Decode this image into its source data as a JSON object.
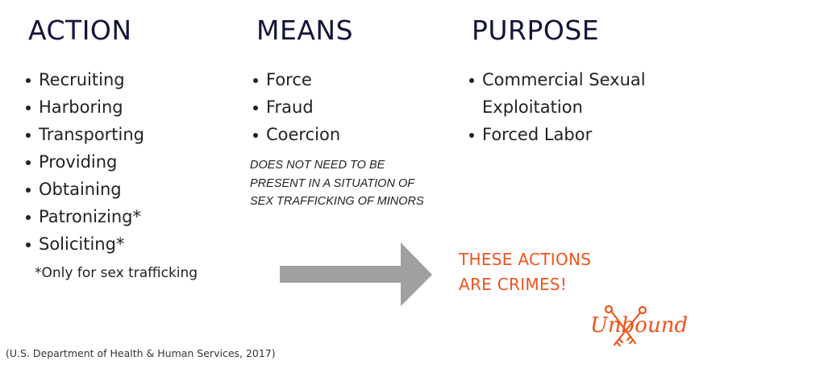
{
  "columns": [
    {
      "heading": "ACTION",
      "items": [
        "Recruiting",
        "Harboring",
        "Transporting",
        "Providing",
        "Obtaining",
        "Patronizing*",
        "Soliciting*"
      ],
      "footnote": "*Only for sex trafficking"
    },
    {
      "heading": "MEANS",
      "items": [
        "Force",
        "Fraud",
        "Coercion"
      ],
      "note": "DOES NOT NEED TO BE PRESENT IN A SITUATION OF SEX TRAFFICKING OF MINORS"
    },
    {
      "heading": "PURPOSE",
      "items": [
        {
          "line1": "Commercial Sexual",
          "line2": "Exploitation"
        },
        {
          "line1": "Forced Labor"
        }
      ]
    }
  ],
  "conclusion": {
    "line1": "THESE ACTIONS",
    "line2": "ARE CRIMES!",
    "color": "#f0531c"
  },
  "arrow": {
    "icon": "right-arrow-icon",
    "color": "#a0a0a0"
  },
  "logo": {
    "text": "Unbound",
    "icon": "crossed-keys-icon",
    "color": "#f0531c"
  },
  "citation": "(U.S. Department of Health & Human Services, 2017)",
  "colors": {
    "heading": "#14143a",
    "body": "#222222"
  }
}
